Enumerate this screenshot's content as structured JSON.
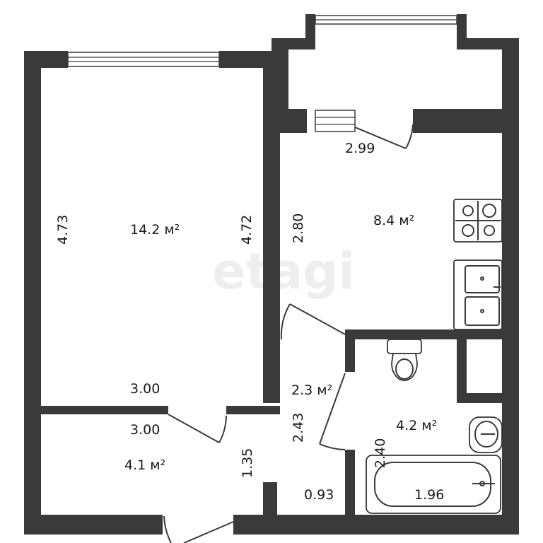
{
  "watermark": "etagi",
  "rooms": {
    "living": {
      "area": "14.2 м²",
      "width_top": "3.00",
      "height_left": "4.73",
      "height_right": "4.72"
    },
    "hall": {
      "area": "4.1 м²",
      "width": "3.00",
      "depth": "1.35"
    },
    "kitchen": {
      "area": "8.4 м²",
      "width": "2.99",
      "height": "2.80"
    },
    "corridor": {
      "area": "2.3 м²",
      "length": "2.43",
      "width": "0.93"
    },
    "bathroom": {
      "area": "4.2 м²",
      "height": "2.40",
      "width": "1.96"
    }
  },
  "fixtures": [
    "stove-icon",
    "sink-icon",
    "toilet-icon",
    "washbasin-icon",
    "bathtub-icon"
  ]
}
